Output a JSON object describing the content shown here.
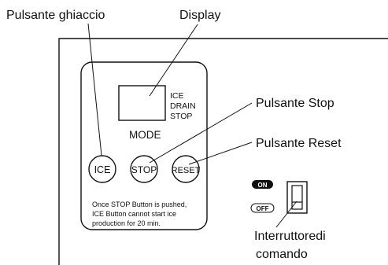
{
  "callouts": {
    "ice_button": "Pulsante ghiaccio",
    "display": "Display",
    "stop_button": "Pulsante Stop",
    "reset_button": "Pulsante Reset",
    "control_switch_line1": "Interruttoredi",
    "control_switch_line2": "comando"
  },
  "panel": {
    "mode_indicators": [
      "ICE",
      "DRAIN",
      "STOP"
    ],
    "mode_label": "MODE",
    "buttons": {
      "ice": "ICE",
      "stop": "STOP",
      "reset": "RESET"
    },
    "notice_lines": [
      "Once STOP Button is pushed,",
      "ICE Button cannot start ice",
      "production for 20 min."
    ]
  },
  "switch": {
    "on_label": "ON",
    "off_label": "OFF"
  }
}
